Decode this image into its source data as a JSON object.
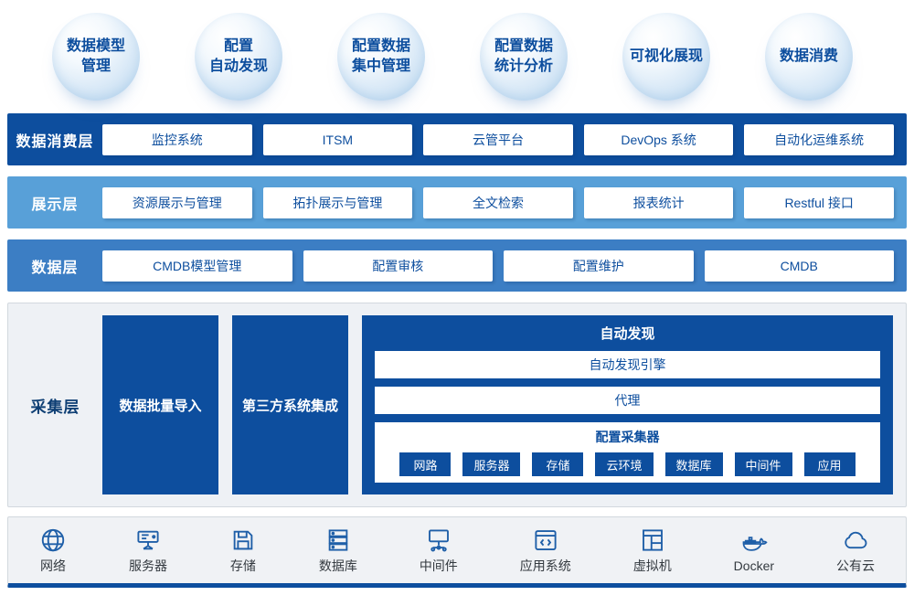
{
  "bubbles": [
    {
      "line1": "数据模型",
      "line2": "管理"
    },
    {
      "line1": "配置",
      "line2": "自动发现"
    },
    {
      "line1": "配置数据",
      "line2": "集中管理"
    },
    {
      "line1": "配置数据",
      "line2": "统计分析"
    },
    {
      "line1": "可视化展现",
      "line2": ""
    },
    {
      "line1": "数据消费",
      "line2": ""
    }
  ],
  "consumption_layer": {
    "label": "数据消费层",
    "items": [
      "监控系统",
      "ITSM",
      "云管平台",
      "DevOps 系统",
      "自动化运维系统"
    ]
  },
  "display_layer": {
    "label": "展示层",
    "items": [
      "资源展示与管理",
      "拓扑展示与管理",
      "全文检索",
      "报表统计",
      "Restful 接口"
    ]
  },
  "data_layer": {
    "label": "数据层",
    "items": [
      "CMDB模型管理",
      "配置审核",
      "配置维护",
      "CMDB"
    ]
  },
  "collection_layer": {
    "label": "采集层",
    "batch_import": "数据批量导入",
    "third_party": "第三方系统集成",
    "auto_discovery": {
      "title": "自动发现",
      "engine": "自动发现引擎",
      "agent": "代理",
      "collector_title": "配置采集器",
      "collector_items": [
        "网路",
        "服务器",
        "存储",
        "云环境",
        "数据库",
        "中间件",
        "应用"
      ]
    }
  },
  "infrastructure_bar": {
    "items": [
      {
        "icon": "network-icon",
        "label": "网络"
      },
      {
        "icon": "server-icon",
        "label": "服务器"
      },
      {
        "icon": "storage-icon",
        "label": "存储"
      },
      {
        "icon": "database-icon",
        "label": "数据库"
      },
      {
        "icon": "middleware-icon",
        "label": "中间件"
      },
      {
        "icon": "app-system-icon",
        "label": "应用系统"
      },
      {
        "icon": "vm-icon",
        "label": "虚拟机"
      },
      {
        "icon": "docker-icon",
        "label": "Docker"
      },
      {
        "icon": "public-cloud-icon",
        "label": "公有云"
      }
    ]
  },
  "colors": {
    "primary_dark_blue": "#0d4e9e",
    "medium_blue": "#3c7ec4",
    "light_blue": "#58a0d8",
    "panel_gray": "#eef1f5",
    "icon_blue": "#1f5fa8"
  }
}
